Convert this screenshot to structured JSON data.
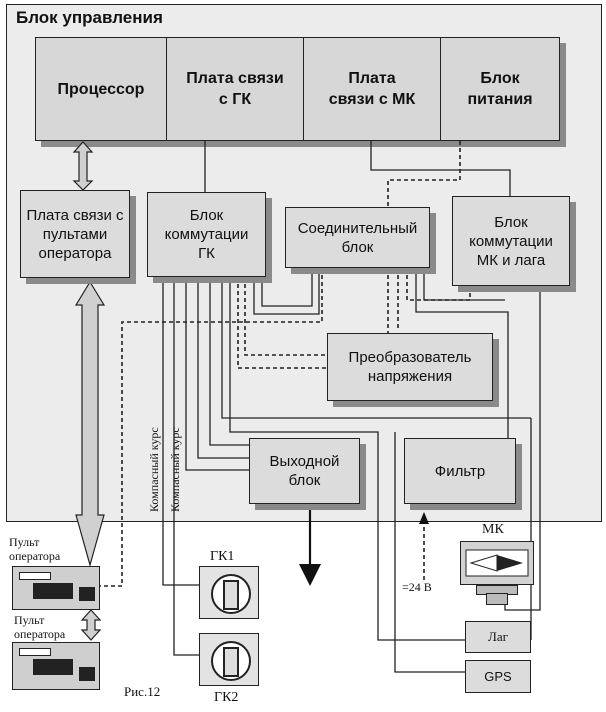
{
  "diagram": {
    "control_unit_title": "Блок управления",
    "top_blocks": [
      {
        "label": "Процессор"
      },
      {
        "label": "Плата связи с ГК"
      },
      {
        "label": "Плата связи с МК"
      },
      {
        "label": "Блок питания"
      }
    ],
    "operator_board": "Плата связи с пультами оператора",
    "gk_switch": "Блок коммутации ГК",
    "connector": "Соединительный блок",
    "mk_switch": "Блок коммутации МК и лага",
    "converter": "Преобразователь напряжения",
    "output": "Выходной блок",
    "filter": "Фильтр",
    "console1": "Пульт оператора",
    "console2": "Пульт оператора",
    "gk1": "ГК1",
    "gk2": "ГК2",
    "compass1": "Компасный курс",
    "compass2": "Компасный курс",
    "voltage": "=24 В",
    "mk": "МК",
    "lag": "Лаг",
    "gps": "GPS",
    "caption": "Рис.12"
  }
}
